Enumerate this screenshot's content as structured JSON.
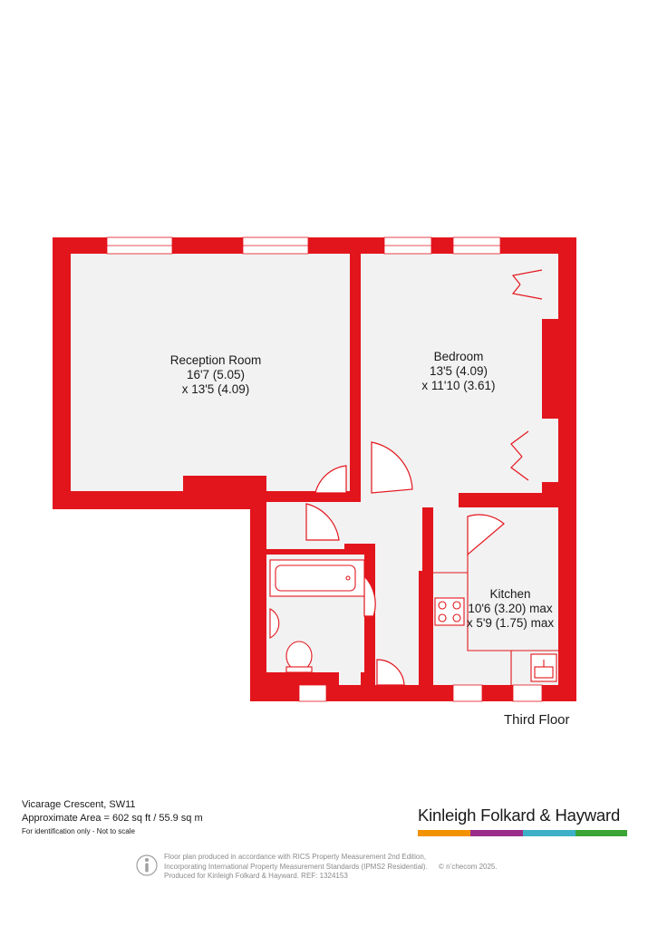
{
  "rooms": [
    {
      "name": "Reception Room",
      "dim1": "16'7 (5.05)",
      "dim2": "x 13'5 (4.09)"
    },
    {
      "name": "Bedroom",
      "dim1": "13'5 (4.09)",
      "dim2": "x 11'10 (3.61)"
    },
    {
      "name": "Kitchen",
      "dim1": "10'6 (3.20) max",
      "dim2": "x 5'9 (1.75) max"
    }
  ],
  "floor_label": "Third Floor",
  "property": {
    "address": "Vicarage Crescent, SW11",
    "area": "Approximate Area = 602 sq ft / 55.9 sq m",
    "note": "For identification only - Not to scale"
  },
  "brand": {
    "name": "Kinleigh Folkard & Hayward",
    "bar_colors": [
      "#f39200",
      "#9b2d8a",
      "#3db0c8",
      "#3aa535"
    ]
  },
  "legal": {
    "line1": "Floor plan produced in accordance with RICS Property Measurement 2nd Edition,",
    "line2": "Incorporating International Property Measurement Standards (IPMS2 Residential).",
    "line3": "Produced for Kinleigh Folkard & Hayward.   REF: 1324153",
    "copyright": "© n’checom 2025."
  },
  "colors": {
    "wall": "#e3151c",
    "floor": "#f2f2f2"
  }
}
